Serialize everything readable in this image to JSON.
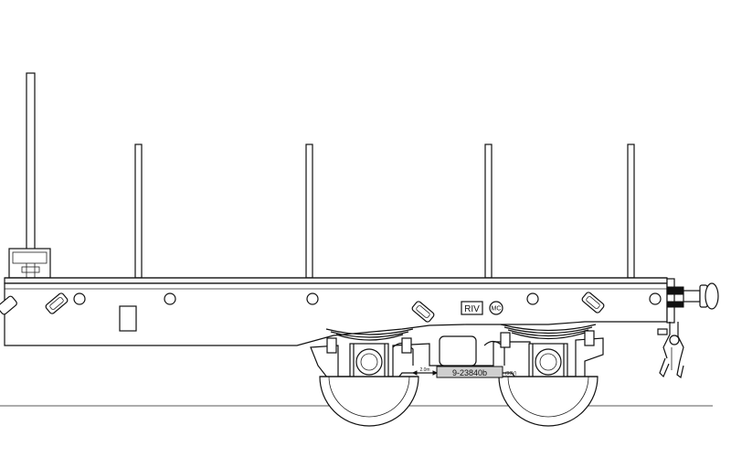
{
  "markings": {
    "riv": "RIV",
    "mc": "MC",
    "wheelbase": "2.0m",
    "wagon_number": "9-23840b",
    "suffix": "(99V)"
  }
}
